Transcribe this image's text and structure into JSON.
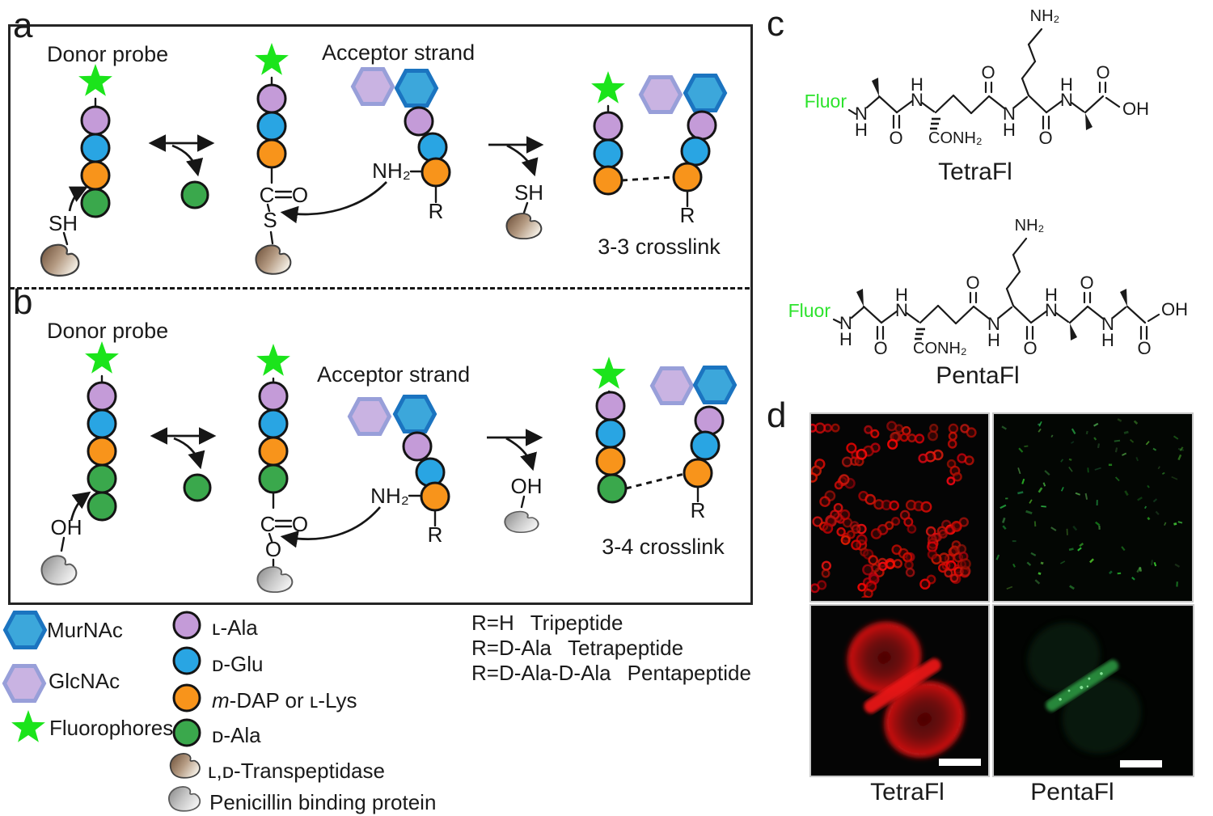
{
  "glyphs": {
    "sh": "SH",
    "oh": "OH",
    "nh2": "NH₂",
    "carbon": "C",
    "oxygen": "O",
    "sulfur": "S",
    "r": "R"
  },
  "panel_a": {
    "label": "a",
    "donor_title": "Donor probe",
    "acceptor_title": "Acceptor strand",
    "crosslink": "3-3 crosslink"
  },
  "panel_b": {
    "label": "b",
    "donor_title": "Donor probe",
    "acceptor_title": "Acceptor strand",
    "crosslink": "3-4 crosslink"
  },
  "panel_c": {
    "label": "c",
    "fluor": "Fluor",
    "n": "N",
    "h": "H",
    "o": "O",
    "oh": "OH",
    "nh2": "NH₂",
    "conh2": "CONH₂",
    "tetra_name": "TetraFl",
    "penta_name": "PentaFl"
  },
  "panel_d": {
    "label": "d",
    "tetra_label": "TetraFl",
    "penta_label": "PentaFl"
  },
  "legend": {
    "murnac": "MurNAc",
    "glcnac": "GlcNAc",
    "fluorophores": "Fluorophores",
    "l_ala": "ʟ-Ala",
    "d_glu": "ᴅ-Glu",
    "m_dap_m": "m",
    "m_dap_rest": "-DAP or ʟ-Lys",
    "d_ala": "ᴅ-Ala",
    "transpeptidase": "ʟ,ᴅ-Transpeptidase",
    "pbp": "Penicillin binding protein"
  },
  "r_definitions": [
    {
      "r": "R=H",
      "name": "Tripeptide"
    },
    {
      "r": "R=D-Ala",
      "name": "Tetrapeptide"
    },
    {
      "r": "R=D-Ala-D-Ala",
      "name": "Pentapeptide"
    }
  ],
  "colors": {
    "circle_purple": "#c49bd8",
    "circle_blue": "#29a5e3",
    "circle_orange": "#f8941b",
    "circle_green": "#3aa84c",
    "star_green": "#1be41b",
    "fluor_green": "#2ce32c",
    "hex_blue_fill": "#2b9fd8",
    "hex_blue_border": "#1b74c0",
    "hex_purple_fill": "#bfa6dd",
    "hex_purple_border": "#989fd9",
    "blob_brown_dark": "#6a4c35",
    "blob_brown_light": "#efe8dd",
    "blob_gray_dark": "#878787",
    "blob_gray_light": "#f0f0f0",
    "red_stain": "#d31414",
    "green_stain": "#2f9e45"
  }
}
